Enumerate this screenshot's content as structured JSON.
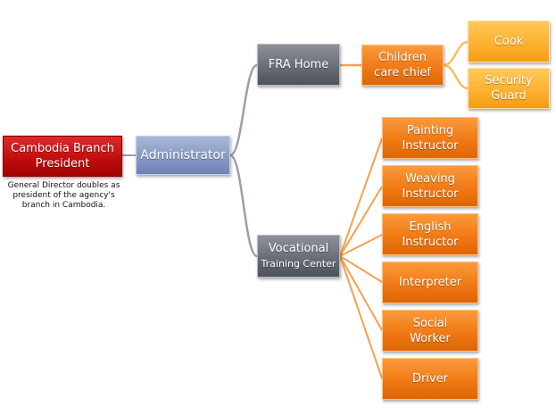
{
  "chart": {
    "president": {
      "label": "Cambodia Branch\nPresident",
      "note": "General Director doubles as\npresident of the agency's\nbranch in Cambodia."
    },
    "administrator": {
      "label": "Administrator"
    },
    "fra_home": {
      "label": "FRA Home",
      "children_care_chief": {
        "label": "Children\ncare chief",
        "staff": [
          {
            "label": "Cook"
          },
          {
            "label": "Security\nGuard"
          }
        ]
      }
    },
    "vocational": {
      "label_line1": "Vocational",
      "label_line2": "Training Center",
      "staff": [
        {
          "label": "Painting\nInstructor"
        },
        {
          "label": "Weaving\nInstructor"
        },
        {
          "label": "English\nInstructor"
        },
        {
          "label": "Interpreter"
        },
        {
          "label": "Social\nWorker"
        },
        {
          "label": "Driver"
        }
      ]
    }
  },
  "colors": {
    "president": "#c10e0e",
    "administrator": "#8b9cc7",
    "unit": "#686e77",
    "role": "#f07a16",
    "sub_role": "#fdb231",
    "connector_admin": "#9aa0aa",
    "connector_role": "#f7a050",
    "connector_sub": "#fcc058"
  }
}
